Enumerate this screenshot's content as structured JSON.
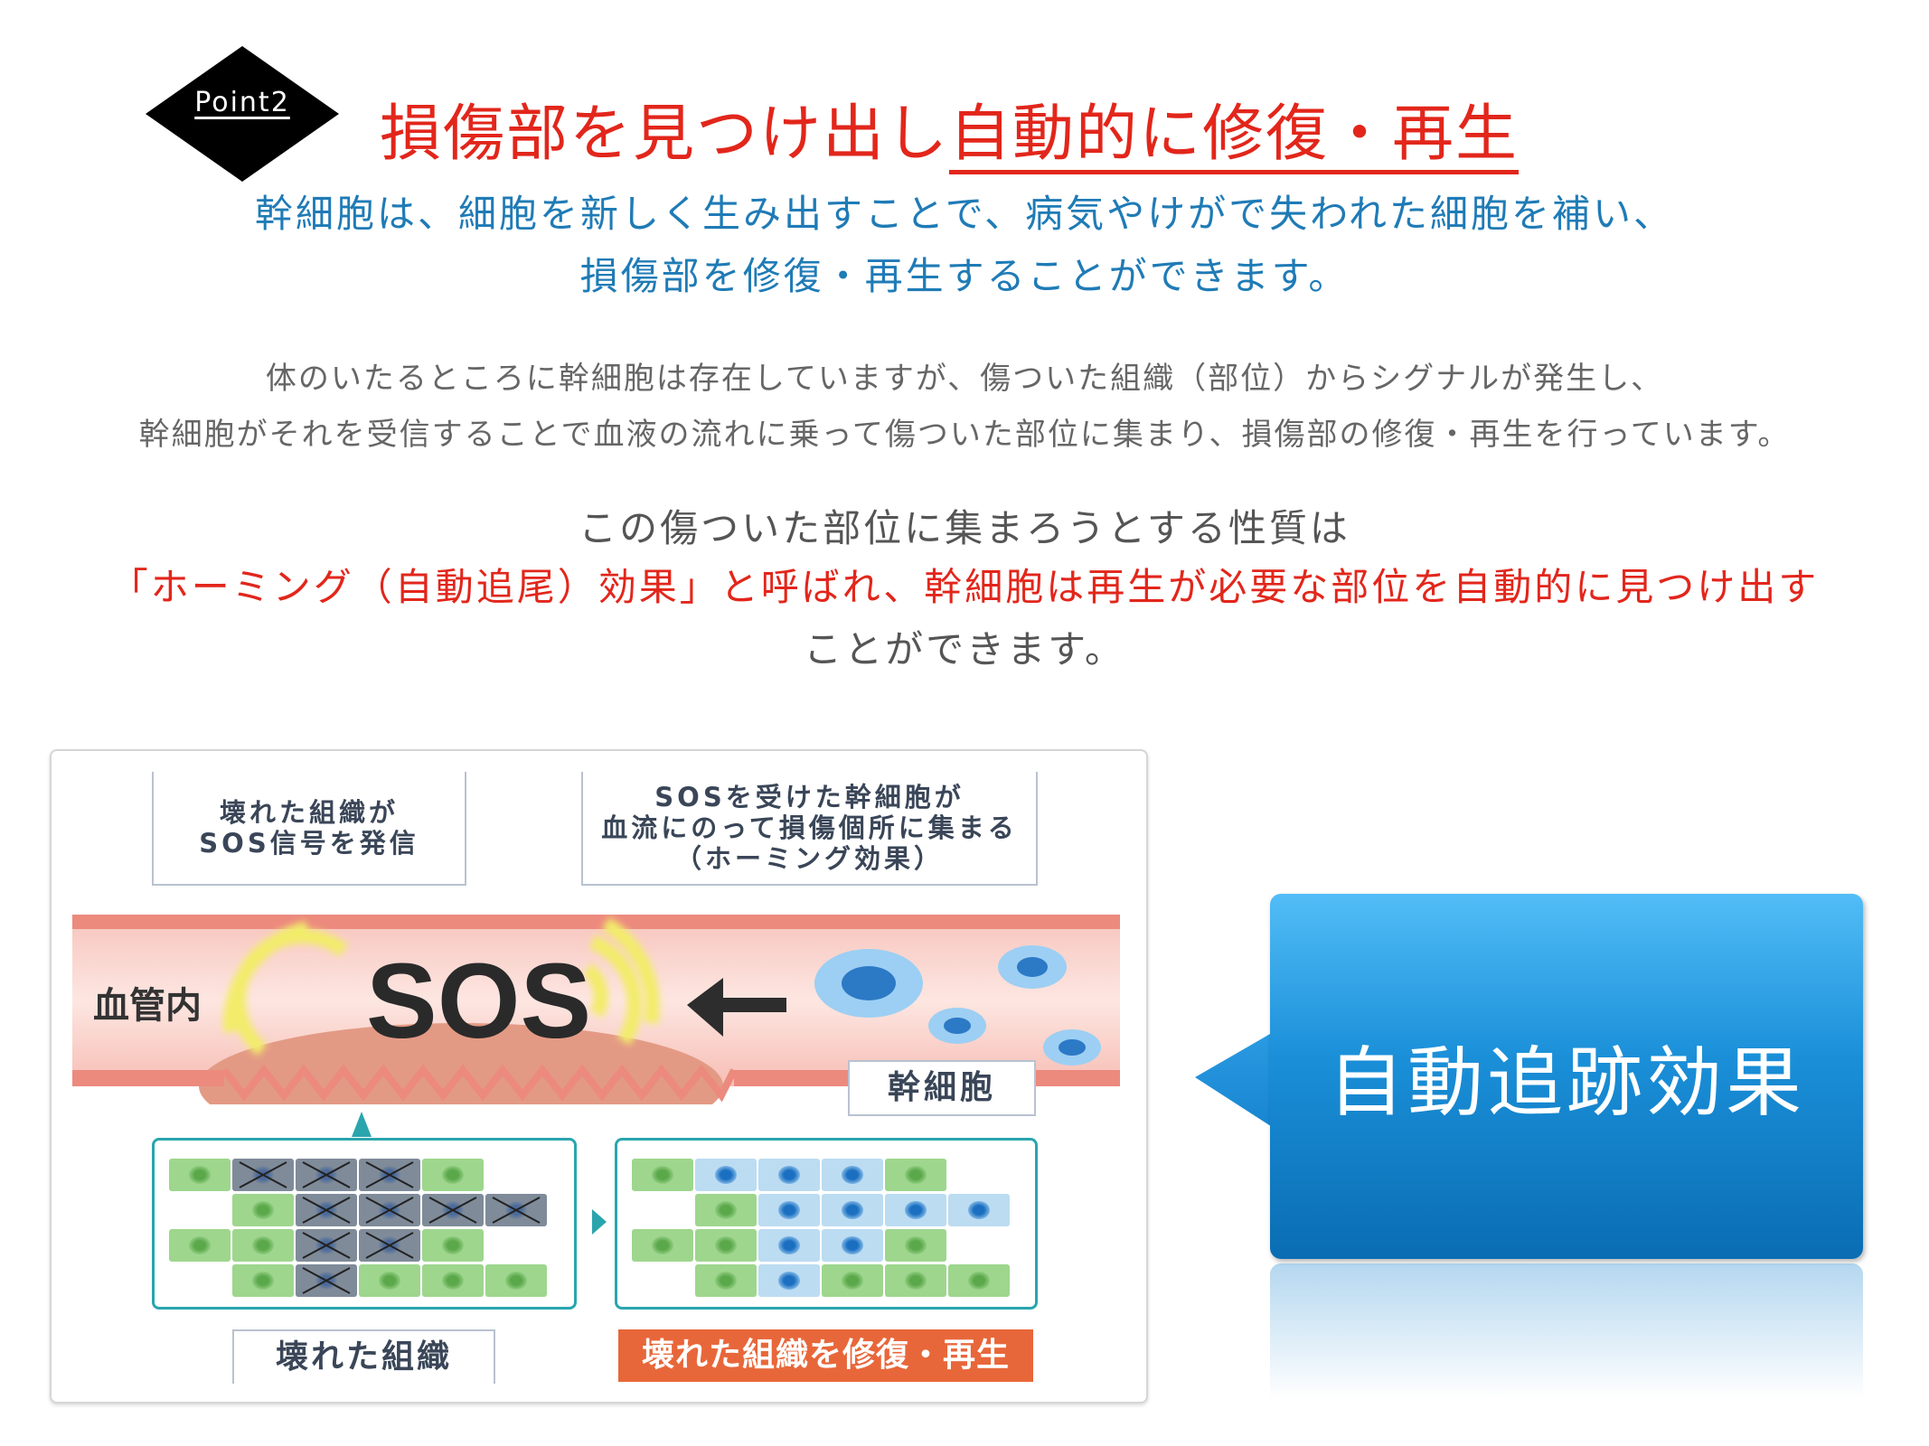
{
  "badge": {
    "label": "Point2"
  },
  "title": {
    "plain": "損傷部を見つけ出し",
    "underlined": "自動的に修復・再生"
  },
  "lead": [
    "幹細胞は、細胞を新しく生み出すことで、病気やけがで失われた細胞を補い、",
    "損傷部を修復・再生することができます。"
  ],
  "body": [
    "体のいたるところに幹細胞は存在していますが、傷ついた組織（部位）からシグナルが発生し、",
    "幹細胞がそれを受信することで血液の流れに乗って傷ついた部位に集まり、損傷部の修復・再生を行っています。"
  ],
  "homing": {
    "line1": "この傷ついた部位に集まろうとする性質は",
    "line2": "「ホーミング（自動追尾）効果」と呼ばれ、幹細胞は再生が必要な部位を自動的に見つけ出す",
    "line3": "ことができます。"
  },
  "diagram": {
    "box1": [
      "壊れた組織が",
      "SOS信号を発信"
    ],
    "box2": [
      "SOSを受けた幹細胞が",
      "血流にのって損傷個所に集まる",
      "（ホーミング効果）"
    ],
    "vessel_label": "血管内",
    "sos": "SOS",
    "stem_cell_label": "幹細胞",
    "damaged_label": "壊れた組織",
    "repaired_label": "壊れた組織を修復・再生",
    "grid_before": [
      [
        "g",
        "x",
        "x",
        "x",
        "g"
      ],
      [
        "g",
        "x",
        "x",
        "x",
        "x"
      ],
      [
        "g",
        "g",
        "x",
        "x",
        "g"
      ],
      [
        "g",
        "x",
        "g",
        "g",
        "g"
      ]
    ],
    "grid_after": [
      [
        "g",
        "b",
        "b",
        "b",
        "g"
      ],
      [
        "g",
        "b",
        "b",
        "b",
        "b"
      ],
      [
        "g",
        "g",
        "b",
        "b",
        "g"
      ],
      [
        "g",
        "b",
        "g",
        "g",
        "g"
      ]
    ]
  },
  "callout": {
    "text": "自動追跡効果"
  }
}
